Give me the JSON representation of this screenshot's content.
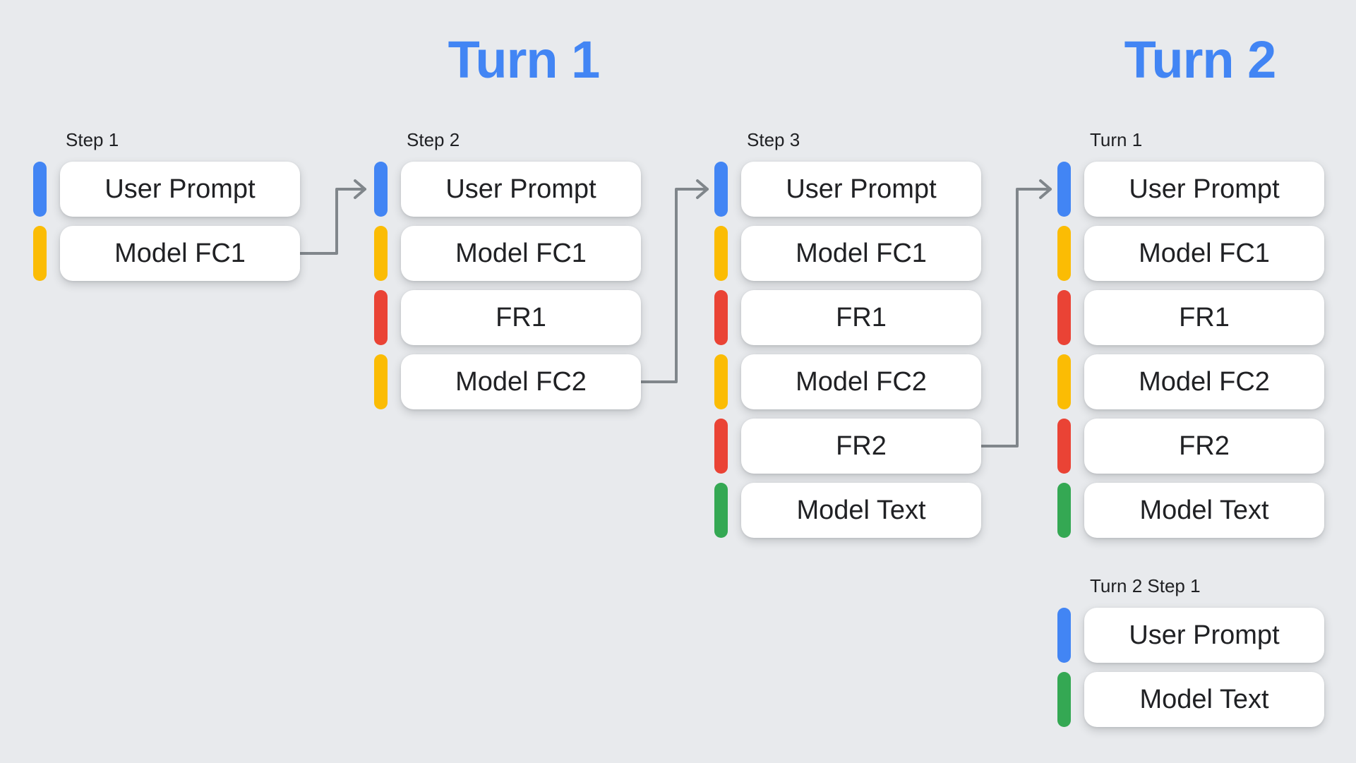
{
  "palette": {
    "background": "#E8EAED",
    "title_blue": "#4285F4",
    "bar_blue": "#4285F4",
    "bar_yellow": "#FBBC04",
    "bar_red": "#EA4335",
    "bar_green": "#34A853",
    "arrow_gray": "#80868B",
    "text_dark": "#202124",
    "card_white": "#FFFFFF"
  },
  "titles": [
    {
      "label": "Turn 1"
    },
    {
      "label": "Turn 2"
    }
  ],
  "columns": [
    {
      "label": "Step 1",
      "cards": [
        {
          "label": "User Prompt",
          "color": "blue"
        },
        {
          "label": "Model FC1",
          "color": "yellow"
        }
      ]
    },
    {
      "label": "Step 2",
      "cards": [
        {
          "label": "User Prompt",
          "color": "blue"
        },
        {
          "label": "Model FC1",
          "color": "yellow"
        },
        {
          "label": "FR1",
          "color": "red"
        },
        {
          "label": "Model FC2",
          "color": "yellow"
        }
      ]
    },
    {
      "label": "Step 3",
      "cards": [
        {
          "label": "User Prompt",
          "color": "blue"
        },
        {
          "label": "Model FC1",
          "color": "yellow"
        },
        {
          "label": "FR1",
          "color": "red"
        },
        {
          "label": "Model FC2",
          "color": "yellow"
        },
        {
          "label": "FR2",
          "color": "red"
        },
        {
          "label": "Model Text",
          "color": "green"
        }
      ]
    },
    {
      "label": "Turn 1",
      "cards": [
        {
          "label": "User Prompt",
          "color": "blue"
        },
        {
          "label": "Model FC1",
          "color": "yellow"
        },
        {
          "label": "FR1",
          "color": "red"
        },
        {
          "label": "Model FC2",
          "color": "yellow"
        },
        {
          "label": "FR2",
          "color": "red"
        },
        {
          "label": "Model Text",
          "color": "green"
        }
      ]
    },
    {
      "label": "Turn 2 Step 1",
      "cards": [
        {
          "label": "User Prompt",
          "color": "blue"
        },
        {
          "label": "Model Text",
          "color": "green"
        }
      ]
    }
  ],
  "connectors": [
    {
      "from": "Step 1 / Model FC1",
      "to": "Step 2 / User Prompt"
    },
    {
      "from": "Step 2 / Model FC2",
      "to": "Step 3 / User Prompt"
    },
    {
      "from": "Step 3 / FR2",
      "to": "Turn 2: Turn 1 / User Prompt"
    }
  ]
}
